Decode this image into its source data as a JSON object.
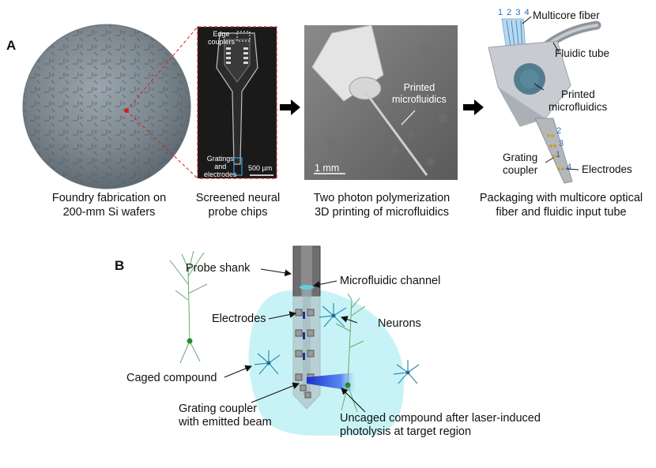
{
  "panel_a": {
    "letter": "A",
    "captions": {
      "wafer": [
        "Foundry fabrication on",
        "200-mm Si wafers"
      ],
      "chip": [
        "Screened neural",
        "probe chips"
      ],
      "printing": [
        "Two photon polymerization",
        "3D printing of microfluidics"
      ],
      "packaging": [
        "Packaging with multicore optical",
        "fiber and fluidic input tube"
      ]
    },
    "chip_labels": {
      "edge_couplers": [
        "Edge",
        "couplers"
      ],
      "gratings": [
        "Gratings",
        "and",
        "electrodes"
      ],
      "scale": "500 µm"
    },
    "printing_labels": {
      "printed": [
        "Printed",
        "microfluidics"
      ],
      "scale": "1 mm"
    },
    "package_labels": {
      "fiber_numbers": "1 2 3 4",
      "multicore_fiber": "Multicore fiber",
      "fluidic_tube": "Fluidic tube",
      "printed": [
        "Printed",
        "microfluidics"
      ],
      "grating": [
        "Grating",
        "coupler"
      ],
      "electrodes": "Electrodes",
      "shank_numbers": [
        "2",
        "3",
        "1",
        "4"
      ]
    }
  },
  "panel_b": {
    "letter": "B",
    "labels": {
      "probe_shank": "Probe shank",
      "microfluidic_channel": "Microfluidic channel",
      "electrodes": "Electrodes",
      "neurons": "Neurons",
      "caged_compound": "Caged compound",
      "grating": [
        "Grating coupler",
        "with emitted beam"
      ],
      "uncaged": [
        "Uncaged compound after laser-induced",
        "photolysis at target region"
      ]
    }
  }
}
